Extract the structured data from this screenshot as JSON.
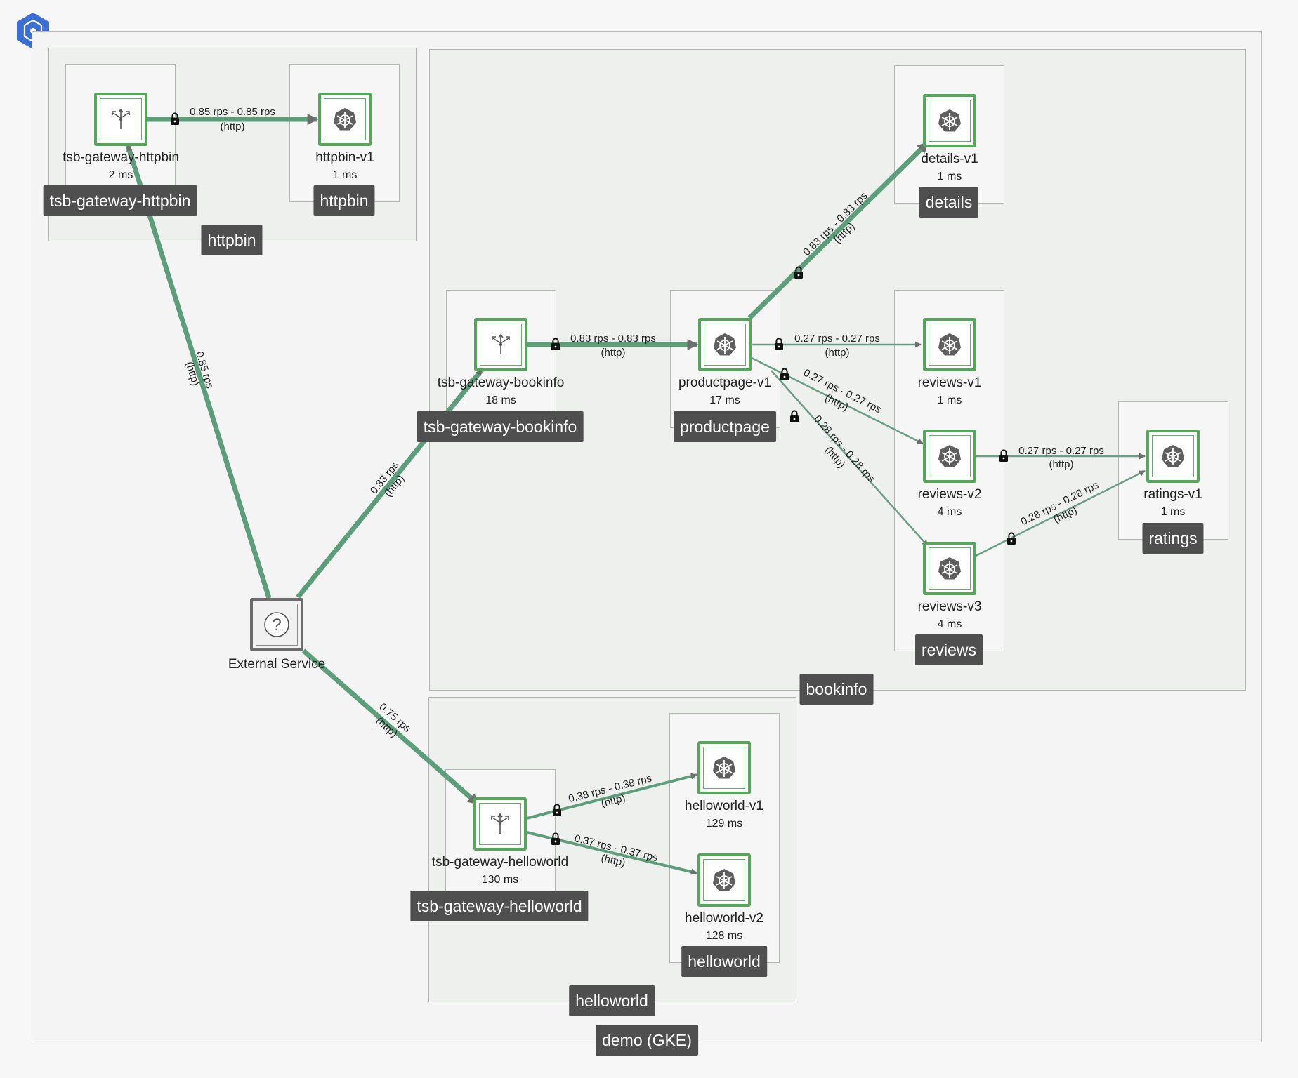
{
  "cluster": {
    "label": "demo (GKE)"
  },
  "namespaces": {
    "httpbin": "httpbin",
    "bookinfo": "bookinfo",
    "helloworld": "helloworld"
  },
  "apps": {
    "tsb_gateway_httpbin": "tsb-gateway-httpbin",
    "httpbin": "httpbin",
    "tsb_gateway_bookinfo": "tsb-gateway-bookinfo",
    "productpage": "productpage",
    "details": "details",
    "reviews": "reviews",
    "ratings": "ratings",
    "tsb_gateway_helloworld": "tsb-gateway-helloworld",
    "helloworld": "helloworld"
  },
  "nodes": {
    "gw_httpbin": {
      "name": "tsb-gateway-httpbin",
      "latency": "2 ms",
      "icon": "gateway-icon"
    },
    "httpbin_v1": {
      "name": "httpbin-v1",
      "latency": "1 ms",
      "icon": "kubernetes-icon"
    },
    "gw_bookinfo": {
      "name": "tsb-gateway-bookinfo",
      "latency": "18 ms",
      "icon": "gateway-icon"
    },
    "productpage_v1": {
      "name": "productpage-v1",
      "latency": "17 ms",
      "icon": "kubernetes-icon"
    },
    "details_v1": {
      "name": "details-v1",
      "latency": "1 ms",
      "icon": "kubernetes-icon"
    },
    "reviews_v1": {
      "name": "reviews-v1",
      "latency": "1 ms",
      "icon": "kubernetes-icon"
    },
    "reviews_v2": {
      "name": "reviews-v2",
      "latency": "4 ms",
      "icon": "kubernetes-icon"
    },
    "reviews_v3": {
      "name": "reviews-v3",
      "latency": "4 ms",
      "icon": "kubernetes-icon"
    },
    "ratings_v1": {
      "name": "ratings-v1",
      "latency": "1 ms",
      "icon": "kubernetes-icon"
    },
    "gw_helloworld": {
      "name": "tsb-gateway-helloworld",
      "latency": "130 ms",
      "icon": "gateway-icon"
    },
    "helloworld_v1": {
      "name": "helloworld-v1",
      "latency": "129 ms",
      "icon": "kubernetes-icon"
    },
    "helloworld_v2": {
      "name": "helloworld-v2",
      "latency": "128 ms",
      "icon": "kubernetes-icon"
    },
    "external": {
      "name": "External Service",
      "icon": "question-icon"
    }
  },
  "edges": [
    {
      "id": "gwhttpbin-httpbinv1",
      "rate": "0.85 rps - 0.85 rps",
      "protocol": "(http)",
      "mtls": true
    },
    {
      "id": "external-gwhttpbin",
      "rate": "0.85 rps",
      "protocol": "(http)",
      "mtls": false
    },
    {
      "id": "external-gwbookinfo",
      "rate": "0.83 rps",
      "protocol": "(http)",
      "mtls": false
    },
    {
      "id": "external-gwhelloworld",
      "rate": "0.75 rps",
      "protocol": "(http)",
      "mtls": false
    },
    {
      "id": "gwbookinfo-productpage",
      "rate": "0.83 rps - 0.83 rps",
      "protocol": "(http)",
      "mtls": true
    },
    {
      "id": "productpage-details",
      "rate": "0.83 rps - 0.83 rps",
      "protocol": "(http)",
      "mtls": true
    },
    {
      "id": "productpage-reviewsv1",
      "rate": "0.27 rps - 0.27 rps",
      "protocol": "(http)",
      "mtls": true
    },
    {
      "id": "productpage-reviewsv2",
      "rate": "0.27 rps - 0.27 rps",
      "protocol": "(http)",
      "mtls": true
    },
    {
      "id": "productpage-reviewsv3",
      "rate": "0.28 rps - 0.28 rps",
      "protocol": "(http)",
      "mtls": true
    },
    {
      "id": "reviewsv2-ratings",
      "rate": "0.27 rps - 0.27 rps",
      "protocol": "(http)",
      "mtls": true
    },
    {
      "id": "reviewsv3-ratings",
      "rate": "0.28 rps - 0.28 rps",
      "protocol": "(http)",
      "mtls": true
    },
    {
      "id": "gwhelloworld-helloworldv1",
      "rate": "0.38 rps - 0.38 rps",
      "protocol": "(http)",
      "mtls": true
    },
    {
      "id": "gwhelloworld-helloworldv2",
      "rate": "0.37 rps - 0.37 rps",
      "protocol": "(http)",
      "mtls": true
    }
  ],
  "colors": {
    "edge": "#5d9e7a",
    "edge_thin": "#6a9d83",
    "node_border": "#55a55a",
    "tag_bg": "#4f4f4f",
    "badge": "#3c6fd4"
  }
}
